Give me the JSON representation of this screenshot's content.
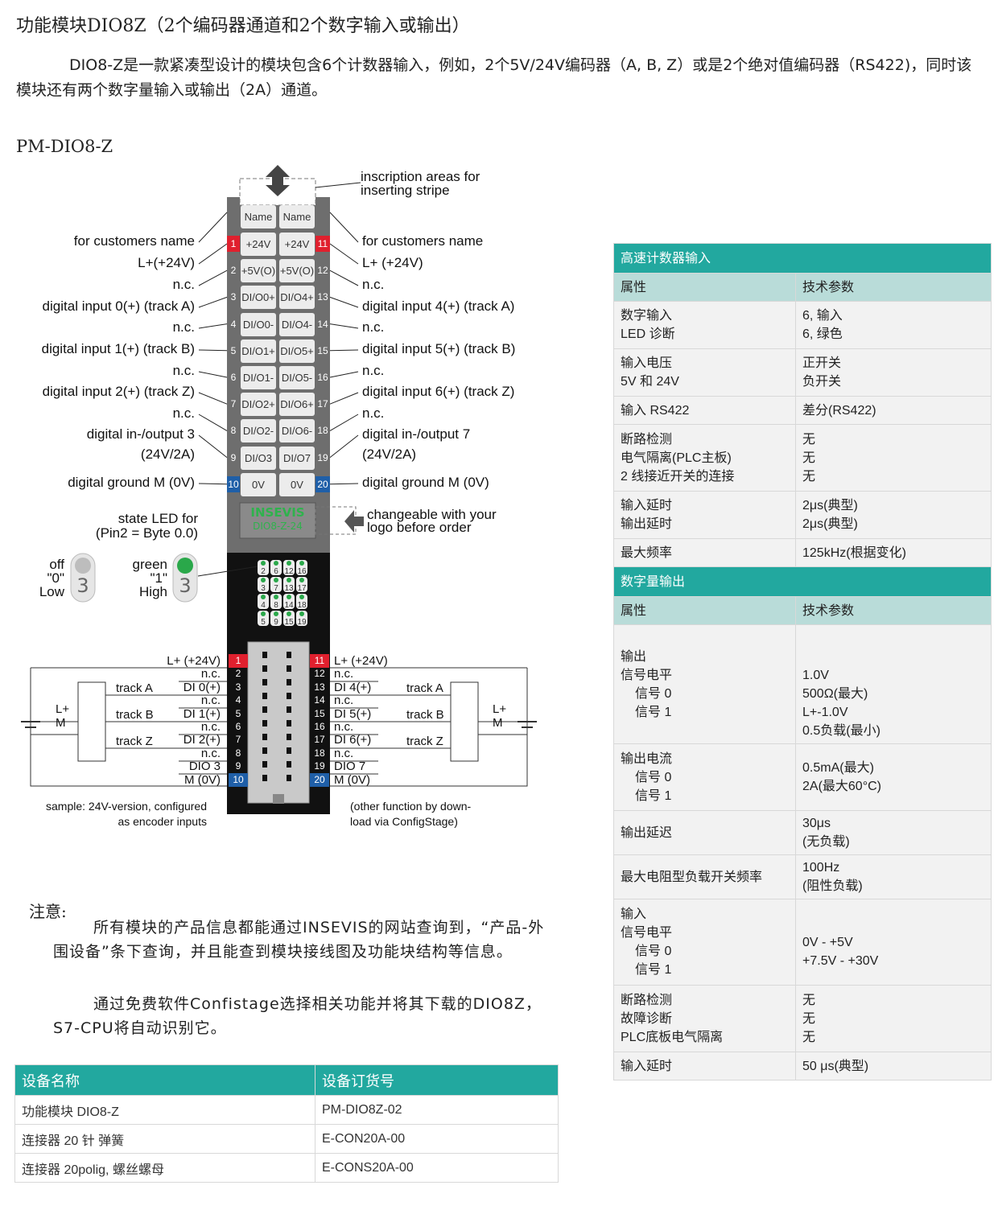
{
  "title": "功能模块DIO8Z（2个编码器通道和2个数字输入或输出）",
  "intro": "DIO8-Z是一款紧凑型设计的模块包含6个计数器输入，例如，2个5V/24V编码器（A, B, Z）或是2个绝对值编码器（RS422)，同时该模块还有两个数字量输入或输出（2A）通道。",
  "module_title": "PM-DIO8-Z",
  "diagram": {
    "inscription": [
      "inscription areas for",
      "inserting stripe"
    ],
    "name_cells": [
      "Name",
      "Name"
    ],
    "left_labels": [
      "for customers name",
      "L+(+24V)",
      "n.c.",
      "digital input 0(+) (track A)",
      "n.c.",
      "digital input 1(+) (track B)",
      "n.c.",
      "digital input 2(+) (track Z)",
      "n.c.",
      "digital in-/output 3",
      "(24V/2A)",
      "digital ground M (0V)"
    ],
    "right_labels": [
      "for customers name",
      "L+ (+24V)",
      "n.c.",
      "digital input 4(+) (track A)",
      "n.c.",
      "digital input 5(+) (track B)",
      "n.c.",
      "digital input 6(+) (track Z)",
      "n.c.",
      "digital in-/output 7",
      "(24V/2A)",
      "digital ground M (0V)"
    ],
    "left_cells": [
      "+24V",
      "+5V(O)",
      "DI/O0+",
      "DI/O0-",
      "DI/O1+",
      "DI/O1-",
      "DI/O2+",
      "DI/O2-",
      "DI/O3",
      "0V"
    ],
    "right_cells": [
      "+24V",
      "+5V(O)",
      "DI/O4+",
      "DI/O4-",
      "DI/O5+",
      "DI/O5-",
      "DI/O6+",
      "DI/O6-",
      "DI/O7",
      "0V"
    ],
    "left_pins": [
      "1",
      "2",
      "3",
      "4",
      "5",
      "6",
      "7",
      "8",
      "9",
      "10"
    ],
    "right_pins": [
      "11",
      "12",
      "13",
      "14",
      "15",
      "16",
      "17",
      "18",
      "19",
      "20"
    ],
    "state_led": [
      "state LED for",
      "(Pin2 = Byte 0.0)"
    ],
    "logo_note": [
      "changeable with your",
      "logo before order"
    ],
    "logo_text": [
      "INSEVIS",
      "DIO8-Z-24"
    ],
    "off_label": [
      "off",
      "\"0\"",
      "Low"
    ],
    "on_label": [
      "green",
      "\"1\"",
      "High"
    ],
    "led_digit": "3",
    "led_grid": [
      "2",
      "6",
      "12",
      "16",
      "3",
      "7",
      "13",
      "17",
      "4",
      "8",
      "14",
      "18",
      "5",
      "9",
      "15",
      "19"
    ],
    "wiring_left": [
      "L+ (+24V)",
      "n.c.",
      "DI 0(+)",
      "n.c.",
      "DI 1(+)",
      "n.c.",
      "DI 2(+)",
      "n.c.",
      "DIO 3",
      "M (0V)"
    ],
    "wiring_right": [
      "L+ (+24V)",
      "n.c.",
      "DI 4(+)",
      "n.c.",
      "DI 5(+)",
      "n.c.",
      "DI 6(+)",
      "n.c.",
      "DIO 7",
      "M (0V)"
    ],
    "tracks": [
      "track A",
      "track B",
      "track Z"
    ],
    "supply": [
      "L+",
      "M"
    ],
    "sample_note": [
      "sample: 24V-version, configured",
      "as encoder inputs"
    ],
    "other_note": [
      "(other function by down-",
      "load via ConfigStage)"
    ]
  },
  "note": {
    "heading": "注意:",
    "p1": "所有模块的产品信息都能通过INSEVIS的网站查询到，“产品-外围设备”条下查询，并且能查到模块接线图及功能块结构等信息。",
    "p2": "通过免费软件Confistage选择相关功能并将其下载的DIO8Z，S7-CPU将自动识别它。"
  },
  "order_table": {
    "headers": [
      "设备名称",
      "设备订货号"
    ],
    "rows": [
      [
        "功能模块 DIO8-Z",
        "PM-DIO8Z-02"
      ],
      [
        "连接器 20 针 弹簧",
        "E-CON20A-00"
      ],
      [
        "连接器 20polig, 螺丝螺母",
        "E-CONS20A-00"
      ]
    ]
  },
  "spec": {
    "section1": "高速计数器输入",
    "section2": "数字量输出",
    "head_attr": "属性",
    "head_param": "技术参数",
    "rows1": [
      [
        [
          "数字输入",
          "LED 诊断"
        ],
        [
          "6, 输入",
          "6, 绿色"
        ]
      ],
      [
        [
          "输入电压",
          "5V 和 24V"
        ],
        [
          "正开关",
          "负开关"
        ]
      ],
      [
        [
          "输入 RS422"
        ],
        [
          "差分(RS422)"
        ]
      ],
      [
        [
          "断路检测",
          "电气隔离(PLC主板)",
          "2 线接近开关的连接"
        ],
        [
          "无",
          "无",
          "无"
        ]
      ],
      [
        [
          "输入延时",
          "输出延时"
        ],
        [
          "2μs(典型)",
          "2μs(典型)"
        ]
      ],
      [
        [
          "最大频率"
        ],
        [
          "125kHz(根据变化)"
        ]
      ]
    ],
    "rows2": [
      [
        [
          "输出",
          "信号电平",
          "  信号 0",
          "  信号 1"
        ],
        [
          "",
          "1.0V",
          "500Ω(最大)",
          "L+-1.0V",
          "0.5负载(最小)"
        ]
      ],
      [
        [
          "输出电流",
          "  信号 0",
          "  信号 1"
        ],
        [
          "0.5mA(最大)",
          "2A(最大60°C)"
        ]
      ],
      [
        [
          "输出延迟"
        ],
        [
          "30μs",
          "(无负载)"
        ]
      ],
      [
        [
          "最大电阻型负载开关频率"
        ],
        [
          "100Hz",
          "(阻性负载)"
        ]
      ],
      [
        [
          "输入",
          "信号电平",
          "  信号 0",
          "  信号 1"
        ],
        [
          "0V - +5V",
          "+7.5V - +30V"
        ]
      ],
      [
        [
          "断路检测",
          "故障诊断",
          "PLC底板电气隔离"
        ],
        [
          "无",
          "无",
          "无"
        ]
      ],
      [
        [
          "输入延时"
        ],
        [
          "50 μs(典型)"
        ]
      ]
    ]
  },
  "colors": {
    "teal": "#22a89f",
    "teal_light": "#b9dcd9",
    "red_pin": "#e0202e",
    "blue_pin": "#1f5fa8",
    "led_green": "#2aa84a"
  }
}
